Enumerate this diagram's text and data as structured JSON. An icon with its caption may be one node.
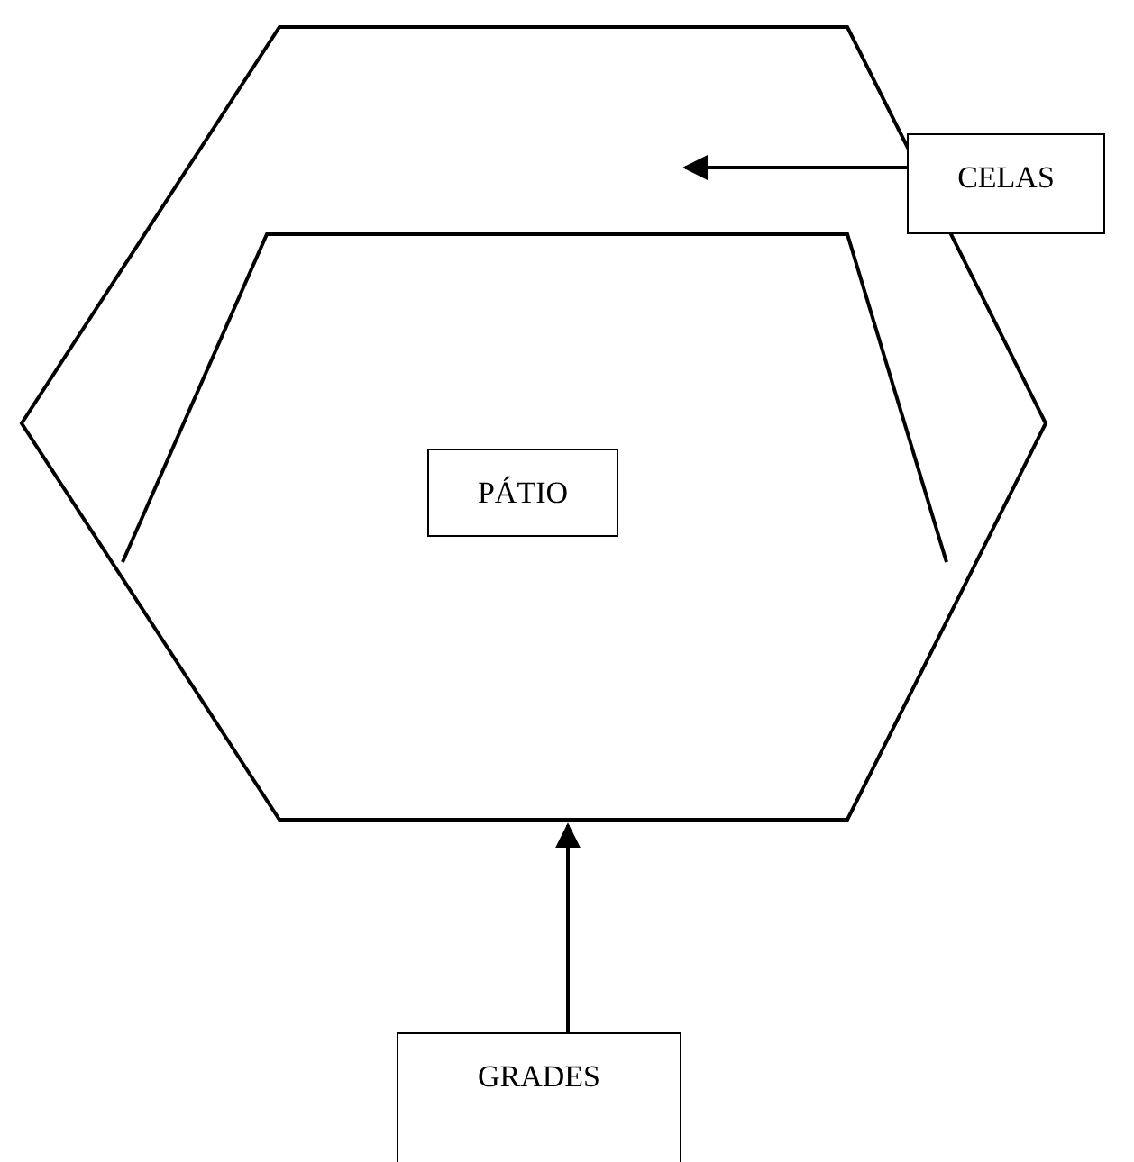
{
  "diagram": {
    "nodes": [
      {
        "text": [],
        "shape": "hexagon"
      },
      {
        "text": [],
        "shape": "hexagon",
        "in": 0
      },
      {
        "text": [
          "PÁTIO"
        ],
        "in": 1
      },
      {
        "text": [
          "CELAS"
        ]
      },
      {
        "text": [
          "GRADES"
        ]
      }
    ],
    "edges": [
      {
        "from": 3,
        "to": 0,
        "arrow": "to"
      },
      {
        "from": 4,
        "to": 0,
        "arrow": "to"
      }
    ]
  }
}
